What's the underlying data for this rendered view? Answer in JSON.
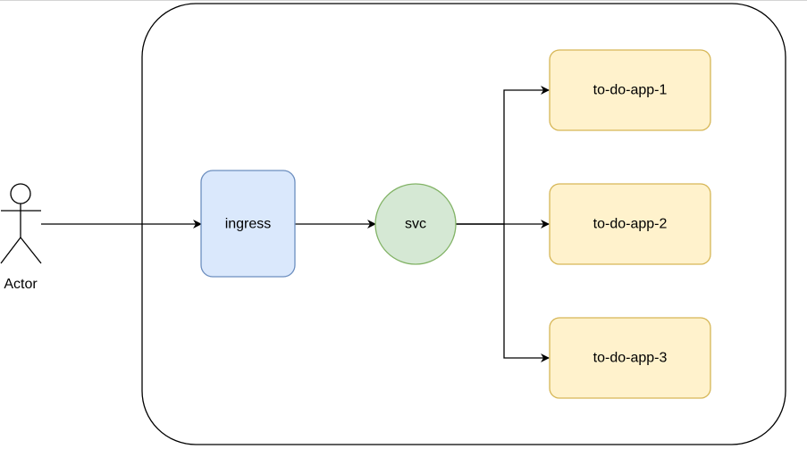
{
  "diagram": {
    "actor": {
      "label": "Actor"
    },
    "ingress": {
      "label": "ingress"
    },
    "svc": {
      "label": "svc"
    },
    "apps": [
      {
        "label": "to-do-app-1"
      },
      {
        "label": "to-do-app-2"
      },
      {
        "label": "to-do-app-3"
      }
    ]
  },
  "colors": {
    "ingress_fill": "#dae8fc",
    "ingress_stroke": "#6c8ebf",
    "svc_fill": "#d5e8d4",
    "svc_stroke": "#82b366",
    "app_fill": "#fff2cc",
    "app_stroke": "#d6b656",
    "line": "#000000"
  }
}
